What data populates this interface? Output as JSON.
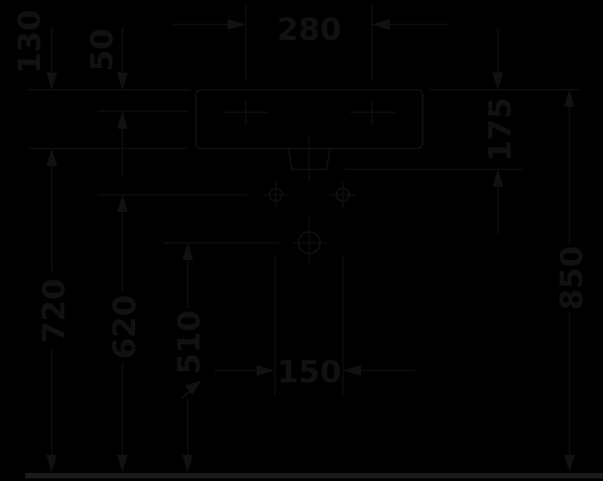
{
  "dimensions": {
    "width_top": "280",
    "dim_130": "130",
    "dim_50": "50",
    "dim_175": "175",
    "dim_720": "720",
    "dim_620": "620",
    "dim_510": "510",
    "dim_850": "850",
    "width_bottom": "150"
  },
  "colors": {
    "background": "#000000",
    "drawing_lines": "#111111"
  }
}
